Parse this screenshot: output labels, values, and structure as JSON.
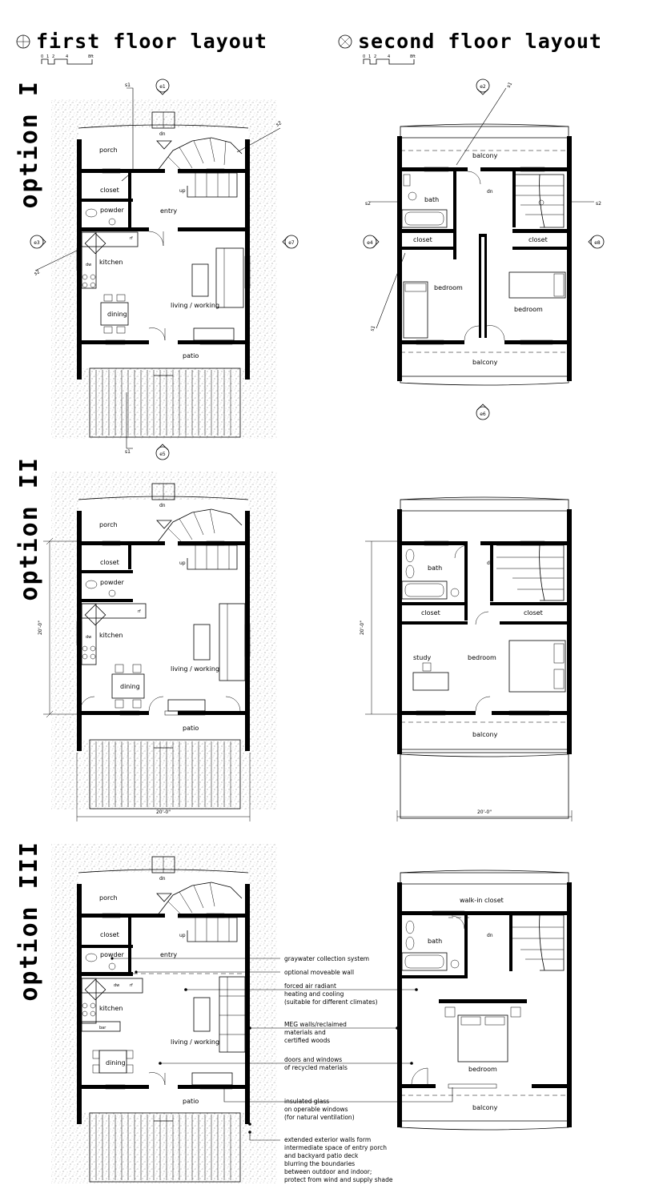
{
  "titles": {
    "first_floor": "first floor layout",
    "second_floor": "second floor layout",
    "scale_ticks": [
      "0",
      "1",
      "2",
      "4",
      "8ft"
    ]
  },
  "options": [
    "option I",
    "option II",
    "option III"
  ],
  "markers": {
    "e1": "e1",
    "e2": "e2",
    "e3": "e3",
    "e4": "e4",
    "e5": "e5",
    "e6": "e6",
    "e7": "e7",
    "e8": "e8",
    "s1": "s1",
    "s2": "s2"
  },
  "rooms": {
    "porch": "porch",
    "closet": "closet",
    "powder": "powder",
    "entry": "entry",
    "kitchen": "kitchen",
    "dining": "dining",
    "living": "living / working",
    "patio": "patio",
    "balcony": "balcony",
    "bath": "bath",
    "bedroom": "bedroom",
    "study": "study",
    "walkin": "walk-in closet",
    "dn": "dn",
    "up": "up",
    "dw": "dw",
    "rf": "rf",
    "bar": "bar"
  },
  "dimensions": {
    "d20": "20'-0\""
  },
  "annotations": [
    "graywater collection system",
    "optional moveable wall",
    "forced air radiant",
    "heating and cooling",
    "(suitable for different climates)",
    "MEG walls/reclaimed",
    "materials and",
    "certified woods",
    "doors and windows",
    "of recycled materials",
    "insulated glass",
    "on operable windows",
    "(for natural ventilation)",
    "extended exterior walls form",
    "intermediate space of entry porch",
    "and backyard patio deck",
    "blurring the boundaries",
    "between outdoor and indoor;",
    "protect from wind and supply shade"
  ]
}
